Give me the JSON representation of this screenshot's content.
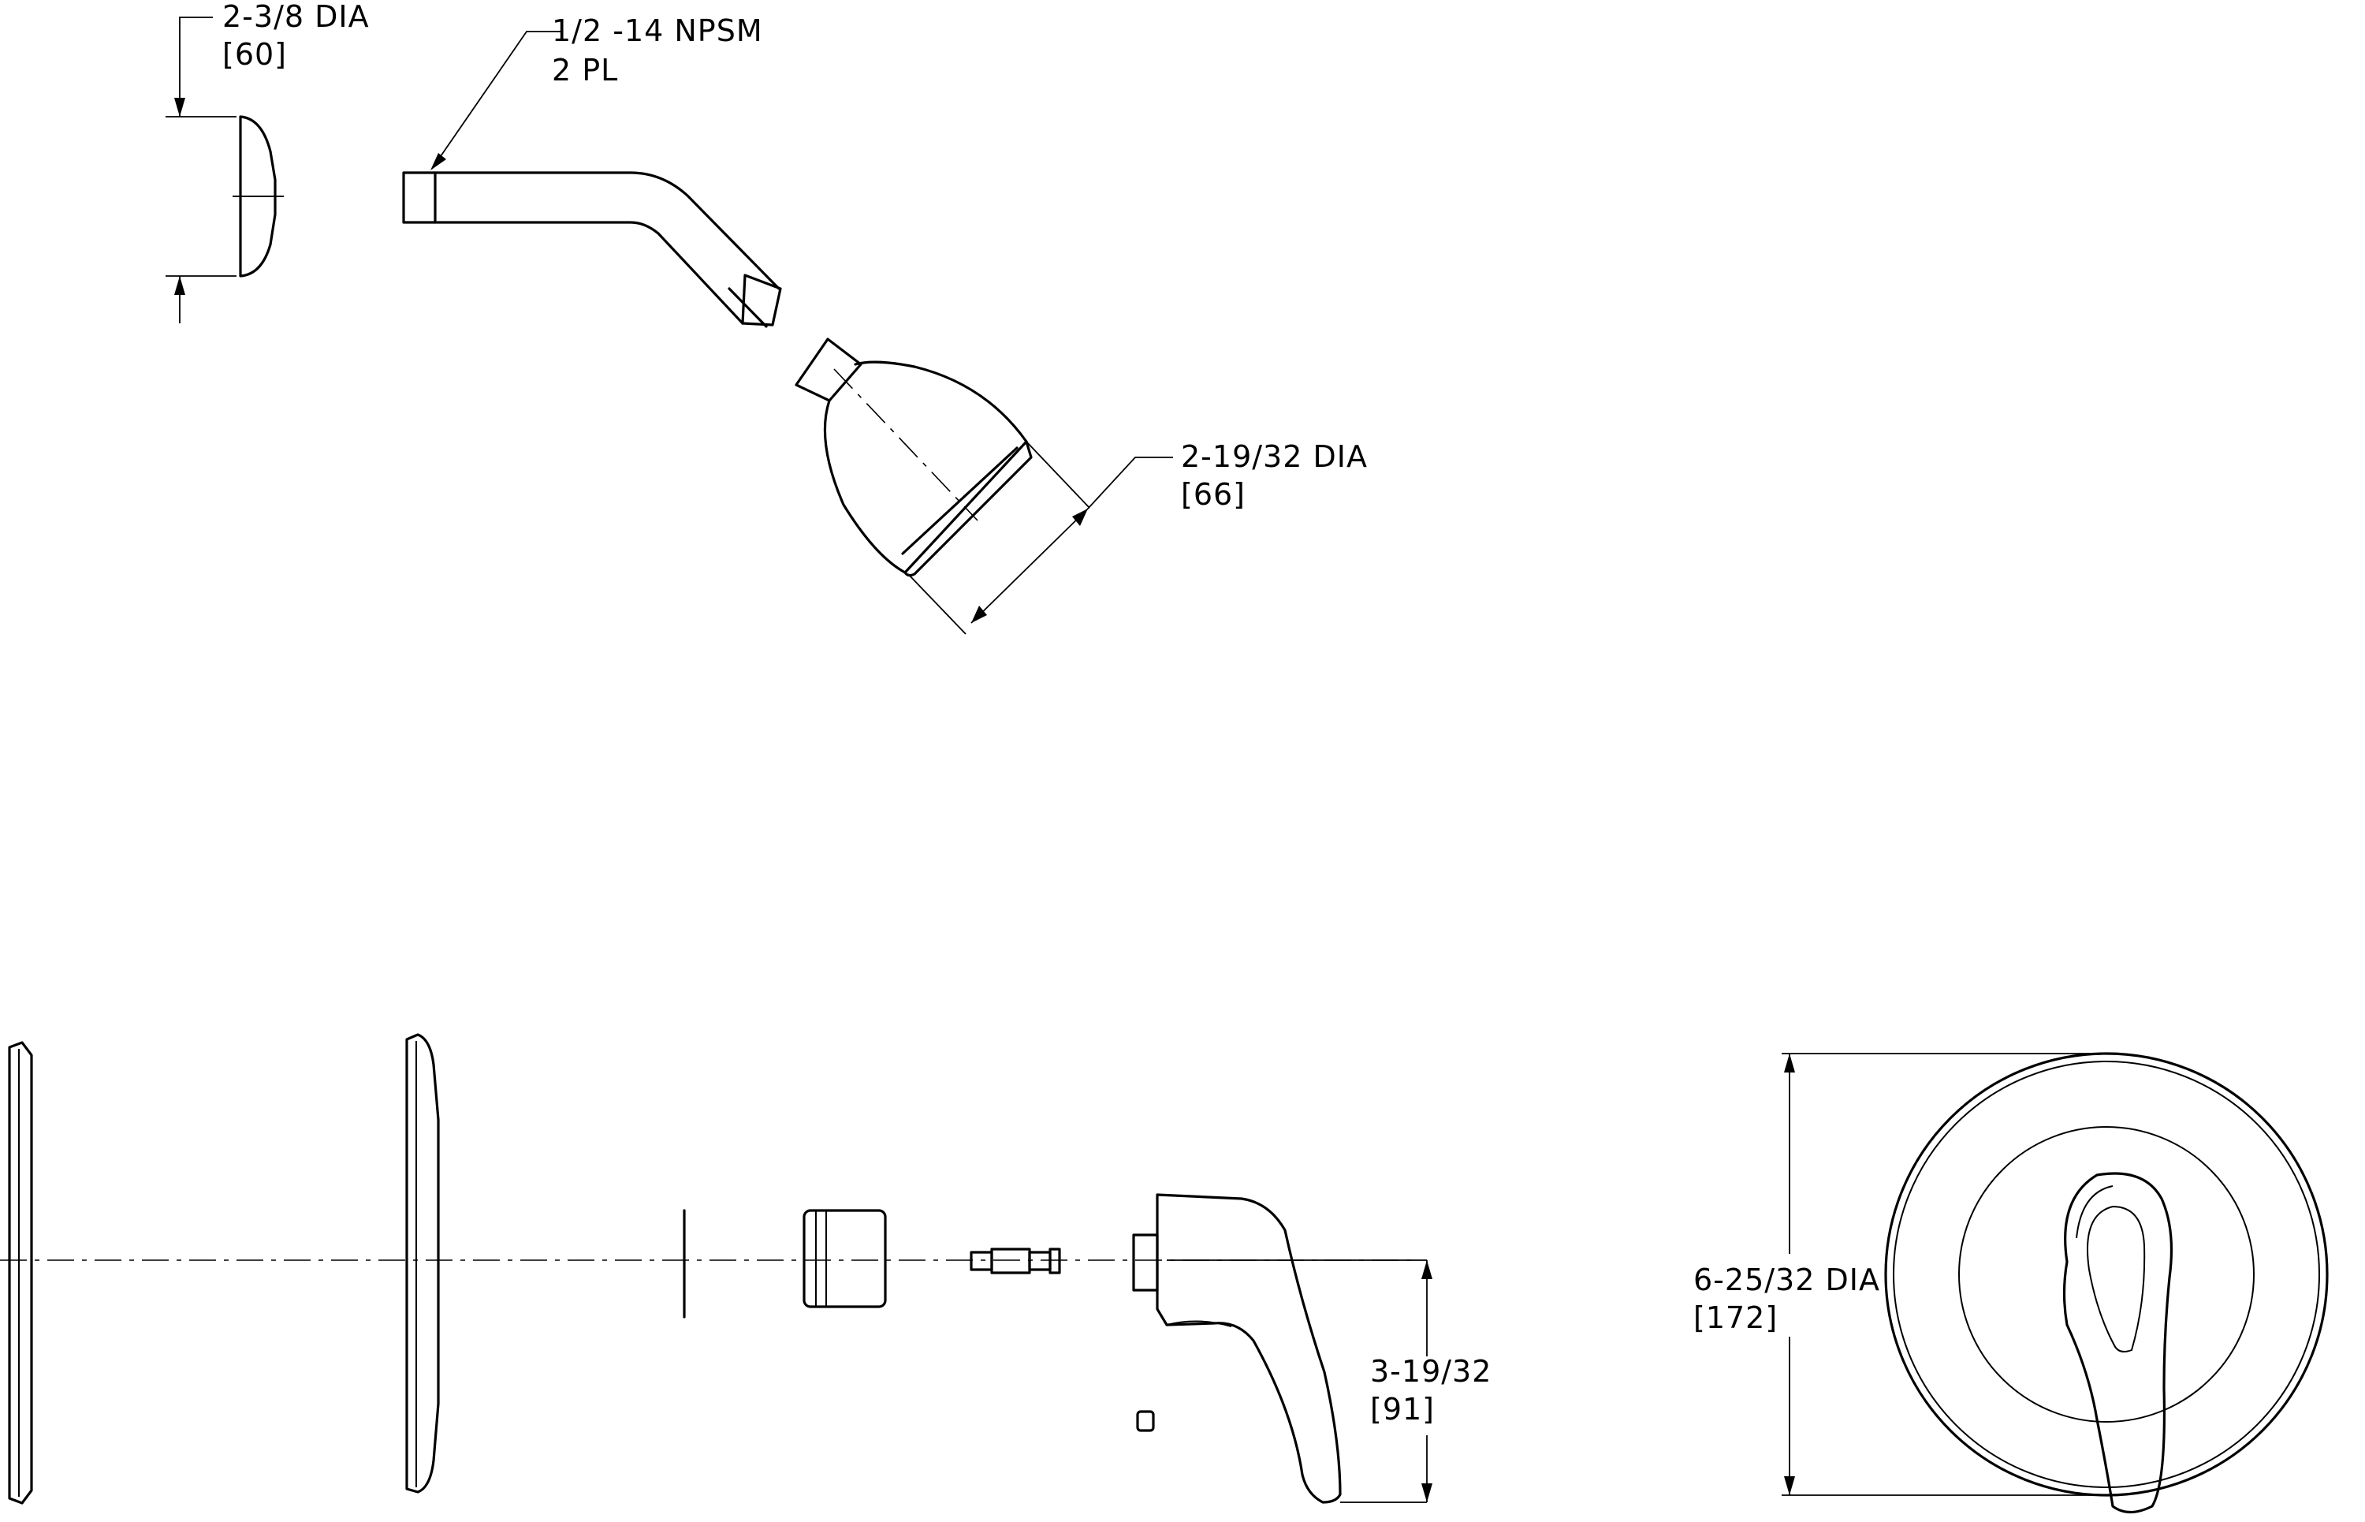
{
  "dimensions": {
    "flange_dia": {
      "imperial": "2-3/8  DIA",
      "metric": "[60]"
    },
    "arm_thread": {
      "spec": "1/2  -14  NPSM",
      "count": "2  PL"
    },
    "showerhead_dia": {
      "imperial": "2-19/32  DIA",
      "metric": "[66]"
    },
    "handle_height": {
      "imperial": "3-19/32",
      "metric": "[91]"
    },
    "escutcheon_dia": {
      "imperial": "6-25/32  DIA",
      "metric": "[172]"
    }
  },
  "colors": {
    "line": "#000000",
    "background": "#ffffff"
  }
}
